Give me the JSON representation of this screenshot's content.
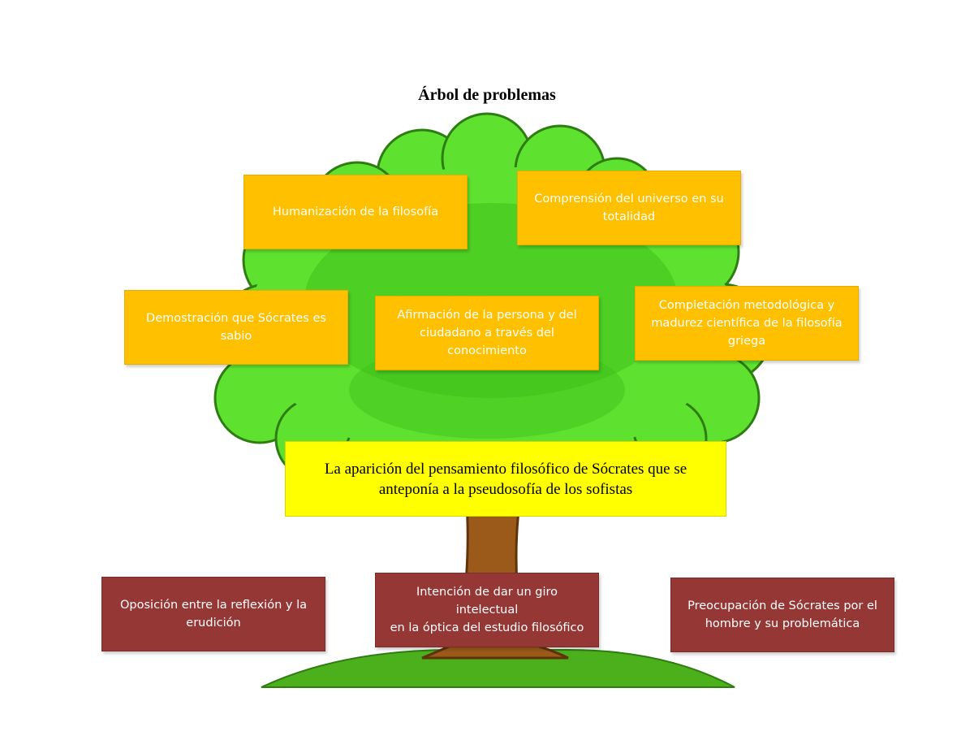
{
  "title": "Árbol de problemas",
  "colors": {
    "effect_box": "#ffc000",
    "cause_box": "#953735",
    "central_problem": "#ffff00",
    "foliage": "#5ee22f",
    "foliage_shadow": "#3fbf1a",
    "trunk": "#9b5a1a",
    "ground": "#4caf1c"
  },
  "effects": [
    "Humanización de la filosofía",
    "Comprensión del universo en su\ntotalidad",
    "Demostración que Sócrates es sabio",
    "Afirmación de la persona y del\nciudadano a través del conocimiento",
    "Completación metodológica y\nmadurez científica de la filosofía\ngriega"
  ],
  "central_problem": "La aparición del pensamiento filosófico de Sócrates que se anteponía a la pseudosofía de los sofistas",
  "causes": [
    "Oposición entre la reflexión y la\nerudición",
    "Intención de dar un giro intelectual\nen la óptica del estudio filosófico",
    "Preocupación de Sócrates por el\nhombre y su problemática"
  ]
}
